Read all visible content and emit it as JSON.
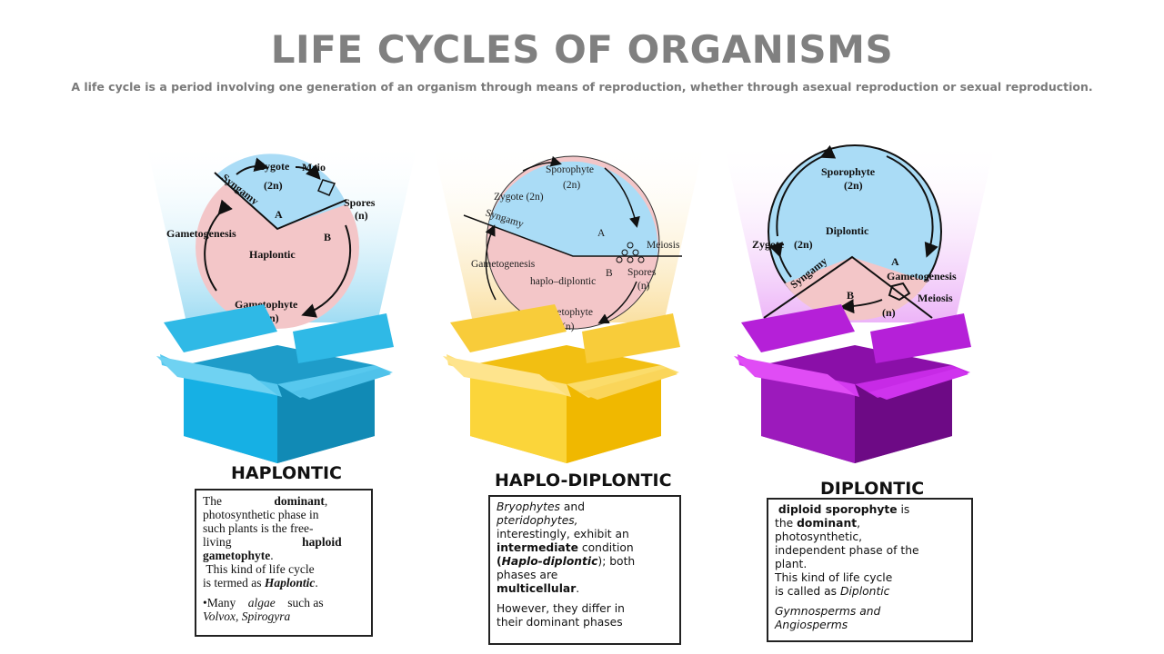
{
  "title": "LIFE CYCLES OF ORGANISMS",
  "subtitle": "A life cycle is a period involving one generation of an organism through means of reproduction, whether through asexual reproduction or sexual reproduction.",
  "colors": {
    "blue_box": "#1ab2e2",
    "yellow_box": "#f7c81c",
    "purple_box": "#a020c8",
    "cycle_blue": "#aadcf6",
    "cycle_pink": "#f3c6c8"
  },
  "panels": [
    {
      "label": "HAPLONTIC",
      "diagram": {
        "zygote": "Zygote",
        "zygote_n": "(2n)",
        "meiosis": "Meio",
        "spores": "Spores",
        "spores_n": "(n)",
        "syngamy": "Syngamy",
        "a": "A",
        "b": "B",
        "gametogenesis": "Gametogenesis",
        "center": "Haplontic",
        "gametophyte": "Gametophyte",
        "gametophyte_n": "(n)"
      },
      "text": {
        "l1a": "The",
        "l1b": "dominant",
        "l1c": ",",
        "l2": "photosynthetic phase in",
        "l3": "such plants is the free-",
        "l4a": "living",
        "l4b": "haploid",
        "l5": "gametophyte",
        "l5b": ".",
        "l6": "This kind of life cycle",
        "l7a": "is termed as",
        "l7b": "Haplontic",
        "l7c": ".",
        "l8a": "•Many",
        "l8b": "algae",
        "l8c": "such as",
        "l9": "Volvox, Spirogyra"
      }
    },
    {
      "label": "HAPLO-DIPLONTIC",
      "diagram": {
        "sporophyte": "Sporophyte",
        "sporophyte_n": "(2n)",
        "zygote": "Zygote (2n)",
        "syngamy": "Syngamy",
        "a": "A",
        "meiosis": "Meiosis",
        "gametogenesis": "Gametogenesis",
        "b": "B",
        "center": "haplo–diplontic",
        "spores": "Spores",
        "spores_n": "(n)",
        "gametophyte": "Gametophyte",
        "gametophyte_n": "(n)"
      },
      "text": {
        "l1a": "Bryophytes",
        "l1b": "and",
        "l2": "pteridophytes,",
        "l3": "interestingly, exhibit an",
        "l4a": "intermediate",
        "l4b": "condition",
        "l5a": "(",
        "l5b": "Haplo-diplontic",
        "l5c": "); both",
        "l6": "phases are",
        "l7": "multicellular",
        "l7b": ".",
        "l8": "However, they differ in",
        "l9": "their dominant phases"
      }
    },
    {
      "label": "DIPLONTIC",
      "diagram": {
        "sporophyte": "Sporophyte",
        "sporophyte_n": "(2n)",
        "center": "Diplontic",
        "zygote": "Zygote",
        "zygote_n": "(2n)",
        "a": "A",
        "gametogenesis": "Gametogenesis",
        "syngamy": "Syngamy",
        "b": "B",
        "meiosis": "Meiosis",
        "n": "(n)"
      },
      "text": {
        "l1a": "diploid sporophyte",
        "l1b": "is",
        "l2a": "the",
        "l2b": "dominant",
        "l2c": ",",
        "l3": "photosynthetic,",
        "l4": "independent phase of the",
        "l5": "plant.",
        "l6": "This kind of life cycle",
        "l7a": "is called as",
        "l7b": "Diplontic",
        "l8": "Gymnosperms and",
        "l9": "Angiosperms"
      }
    }
  ]
}
